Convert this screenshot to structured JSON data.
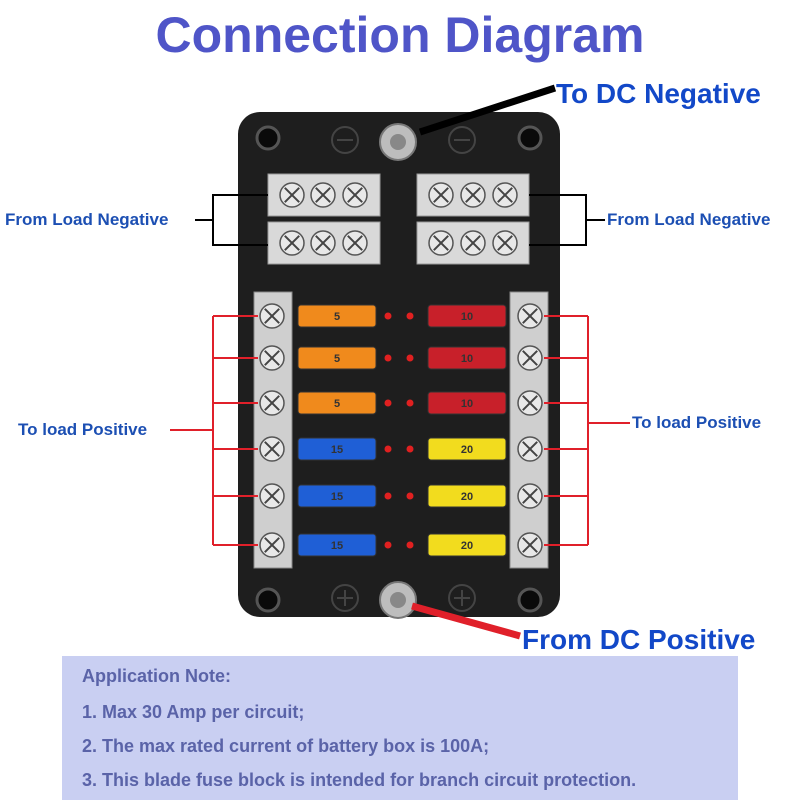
{
  "title": "Connection Diagram",
  "labels": {
    "dc_negative": "To DC Negative",
    "dc_positive": "From DC Positive",
    "load_negative_left": "From Load Negative",
    "load_negative_right": "From Load Negative",
    "load_positive_left": "To load Positive",
    "load_positive_right": "To load Positive"
  },
  "fuses_left": [
    {
      "rating": "5",
      "color": "#f08a1c"
    },
    {
      "rating": "5",
      "color": "#f08a1c"
    },
    {
      "rating": "5",
      "color": "#f08a1c"
    },
    {
      "rating": "15",
      "color": "#1f5fd6"
    },
    {
      "rating": "15",
      "color": "#1f5fd6"
    },
    {
      "rating": "15",
      "color": "#1f5fd6"
    }
  ],
  "fuses_right": [
    {
      "rating": "10",
      "color": "#c8202a"
    },
    {
      "rating": "10",
      "color": "#c8202a"
    },
    {
      "rating": "10",
      "color": "#c8202a"
    },
    {
      "rating": "20",
      "color": "#f2dc1e"
    },
    {
      "rating": "20",
      "color": "#f2dc1e"
    },
    {
      "rating": "20",
      "color": "#f2dc1e"
    }
  ],
  "note": {
    "title": "Application Note:",
    "lines": [
      "1. Max 30 Amp per circuit;",
      "2. The max rated current of battery box is 100A;",
      "3. This blade fuse block is intended for branch circuit protection."
    ]
  },
  "colors": {
    "title": "#4f55c8",
    "label_blue": "#1248c8",
    "wire_negative": "#000000",
    "wire_positive": "#e0202a",
    "note_background": "#c9cff2",
    "body": "#1e1e1e"
  }
}
